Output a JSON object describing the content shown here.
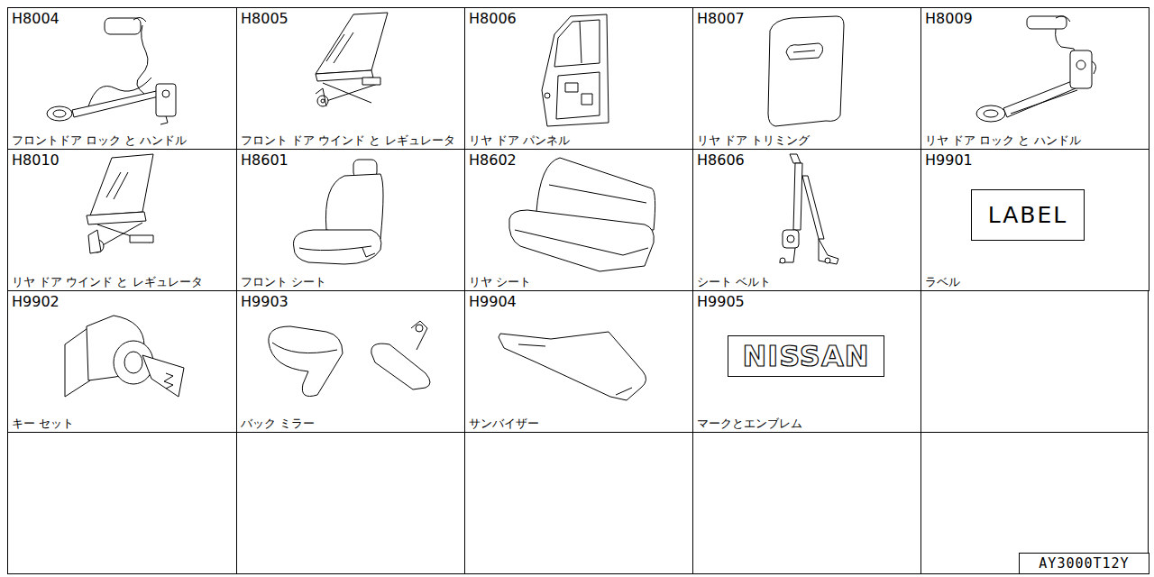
{
  "diagram": {
    "nodes": [
      {
        "text": [
          "H8004",
          "フロントドア ロック と ハンドル"
        ]
      },
      {
        "text": [
          "H8005",
          "フロント ドア ウインド と レギュレータ"
        ]
      },
      {
        "text": [
          "H8006",
          "リヤ ドア パンネル"
        ]
      },
      {
        "text": [
          "H8007",
          "リヤ ドア トリミング"
        ]
      },
      {
        "text": [
          "H8009",
          "リヤ ドア ロック と ハンドル"
        ]
      },
      {
        "text": [
          "H8010",
          "リヤ ドア ウインド と レギュレータ"
        ]
      },
      {
        "text": [
          "H8601",
          "フロント シート"
        ]
      },
      {
        "text": [
          "H8602",
          "リヤ シート"
        ]
      },
      {
        "text": [
          "H8606",
          "シート ベルト"
        ]
      },
      {
        "text": [
          "H9901",
          "ラベル"
        ]
      },
      {
        "text": [
          "LABEL"
        ],
        "in": 9
      },
      {
        "text": [
          "H9902",
          "キー セット"
        ]
      },
      {
        "text": [
          "H9903",
          "バック ミラー"
        ]
      },
      {
        "text": [
          "H9904",
          "サンバイザー"
        ]
      },
      {
        "text": [
          "H9905",
          "マークとエンブレム"
        ]
      },
      {
        "text": [
          "NISSAN"
        ],
        "in": 14
      },
      {
        "text": [
          "AY3000T12Y"
        ]
      }
    ]
  }
}
